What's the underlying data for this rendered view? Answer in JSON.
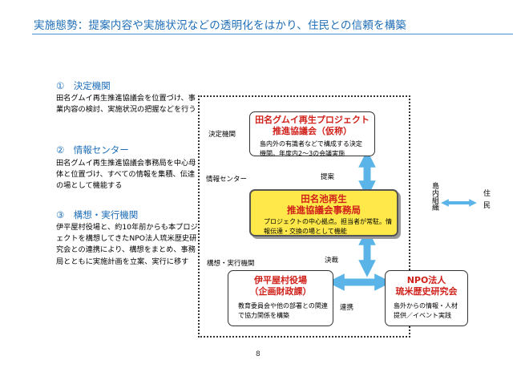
{
  "page": {
    "title": "実施態勢：提案内容や実施状況などの透明化をはかり、住民との信頼を構築",
    "page_number": "8"
  },
  "sections": [
    {
      "heading": "①　決定機関",
      "text": "田名グムイ再生推進協議会を位置づけ、事業内容の検討、実施状況の把握などを行う"
    },
    {
      "heading": "②　情報センター",
      "text": "田名グムイ再生推進協議会事務局を中心母体と位置づけ、すべての情報を集積、伝達の場として機能する"
    },
    {
      "heading": "③　構想・実行機関",
      "text": "伊平屋村役場と、約10年前からも本プロジェクトを構想してきたNPO法人琉米歴史研究会との連携により、構想をまとめ、事務局とともに実施計画を立案、実行に移す"
    }
  ],
  "diagram": {
    "labels": {
      "decision": "決定機関",
      "info_center": "情報センター",
      "execution": "構想・実行機関",
      "proposal": "提案",
      "decision_arrow": "決裁",
      "cooperation": "連携",
      "inside_org": "島内組織",
      "residents": "住民"
    },
    "council": {
      "title_line1": "田名グムイ再生プロジェクト",
      "title_line2": "推進協議会（仮称）",
      "desc": "島内外の有識者などで構成する決定機関。年度内2～3の会議実施"
    },
    "office": {
      "title_line1": "田名池再生",
      "title_line2": "推進協議会事務局",
      "desc": "プロジェクトの中心拠点。担当者が常駐。情報伝達・交換の場として機能"
    },
    "village": {
      "title_line1": "伊平屋村役場",
      "title_line2": "（企画財政課）",
      "desc": "教育委員会や他の部署との関連で協力関係を構築"
    },
    "npo": {
      "title_line1": "NPO法人",
      "title_line2": "琉米歴史研究会",
      "desc": "島外からの情報・人材提供／イベント実践"
    },
    "colors": {
      "heading_blue": "#1f6fb8",
      "box_title_red": "#d0201a",
      "arrow_blue": "#5ab4e8",
      "office_yellow": "#ffe94a"
    }
  }
}
